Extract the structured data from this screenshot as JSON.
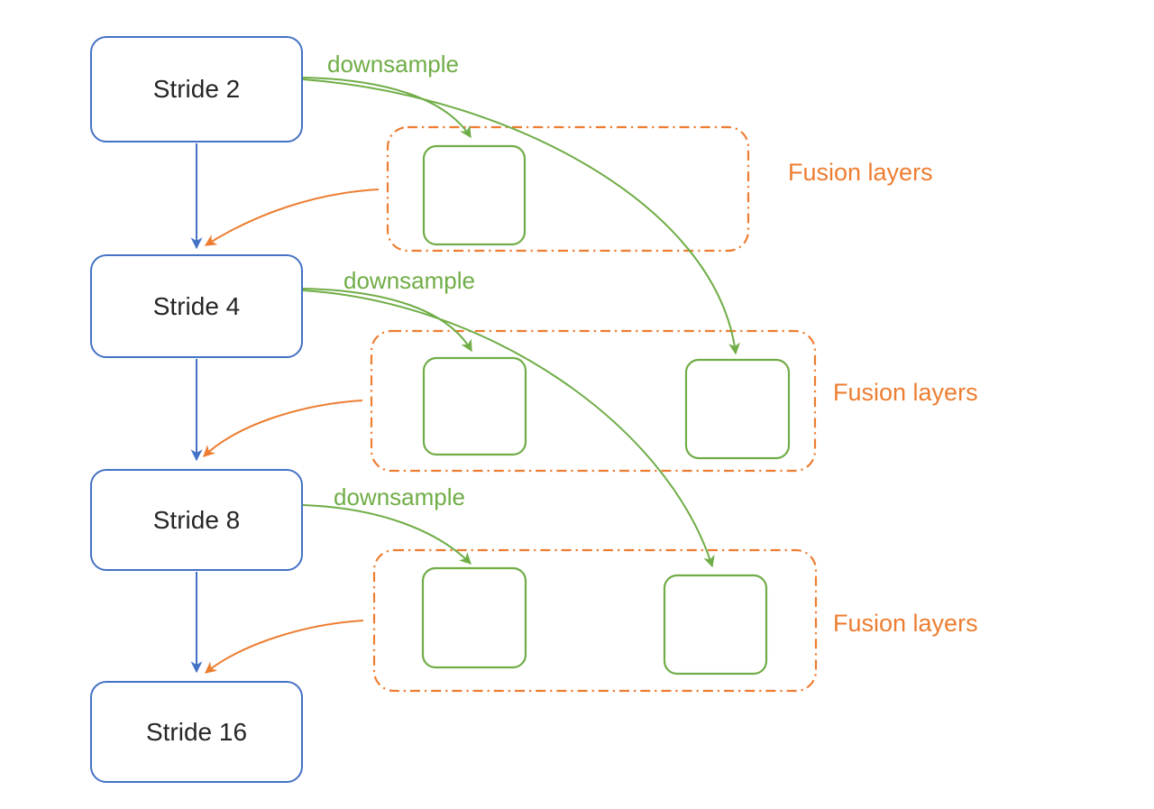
{
  "colors": {
    "blue": "#4472C4",
    "green": "#70AD47",
    "orange": "#ED7D31",
    "text": "#262626",
    "background": "#FFFFFF"
  },
  "stride_blocks": [
    {
      "label": "Stride 2"
    },
    {
      "label": "Stride 4"
    },
    {
      "label": "Stride 8"
    },
    {
      "label": "Stride 16"
    }
  ],
  "downsample_labels": [
    {
      "label": "downsample"
    },
    {
      "label": "downsample"
    },
    {
      "label": "downsample"
    }
  ],
  "fusion_groups": [
    {
      "label": "Fusion layers",
      "cell_count": 1
    },
    {
      "label": "Fusion layers",
      "cell_count": 2
    },
    {
      "label": "Fusion layers",
      "cell_count": 2
    }
  ],
  "edges": [
    {
      "from": "stride-2",
      "to": "stride-4",
      "type": "backbone",
      "color": "#4472C4"
    },
    {
      "from": "stride-4",
      "to": "stride-8",
      "type": "backbone",
      "color": "#4472C4"
    },
    {
      "from": "stride-8",
      "to": "stride-16",
      "type": "backbone",
      "color": "#4472C4"
    },
    {
      "from": "stride-2",
      "to": "fusion-1-cell-1",
      "type": "downsample",
      "color": "#70AD47"
    },
    {
      "from": "stride-2",
      "to": "fusion-2-cell-2",
      "type": "downsample",
      "color": "#70AD47"
    },
    {
      "from": "stride-4",
      "to": "fusion-2-cell-1",
      "type": "downsample",
      "color": "#70AD47"
    },
    {
      "from": "stride-4",
      "to": "fusion-3-cell-2",
      "type": "downsample",
      "color": "#70AD47"
    },
    {
      "from": "stride-8",
      "to": "fusion-3-cell-1",
      "type": "downsample",
      "color": "#70AD47"
    },
    {
      "from": "fusion-1",
      "to": "stride-4",
      "type": "fusion-out",
      "color": "#ED7D31"
    },
    {
      "from": "fusion-2",
      "to": "stride-8",
      "type": "fusion-out",
      "color": "#ED7D31"
    },
    {
      "from": "fusion-3",
      "to": "stride-16",
      "type": "fusion-out",
      "color": "#ED7D31"
    }
  ]
}
